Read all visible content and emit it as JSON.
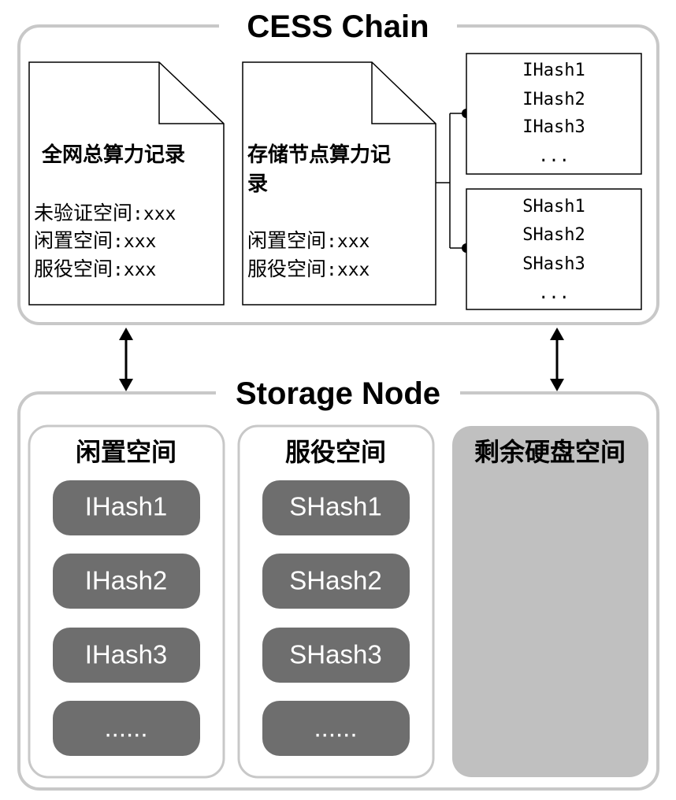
{
  "chain": {
    "title": "CESS Chain",
    "doc_network": {
      "title": "全网总算力记录",
      "lines": [
        {
          "label": "未验证空间",
          "value": ":xxx"
        },
        {
          "label": "闲置空间",
          "value": ":xxx"
        },
        {
          "label": "服役空间",
          "value": ":xxx"
        }
      ]
    },
    "doc_node": {
      "title_line1": "存储节点算力记",
      "title_line2": "录",
      "lines": [
        {
          "label": "闲置空间",
          "value": ":xxx"
        },
        {
          "label": "服役空间",
          "value": ":xxx"
        }
      ]
    },
    "ihash_list": [
      "IHash1",
      "IHash2",
      "IHash3",
      "..."
    ],
    "shash_list": [
      "SHash1",
      "SHash2",
      "SHash3",
      "..."
    ]
  },
  "node": {
    "title": "Storage Node",
    "idle": {
      "title": "闲置空间",
      "items": [
        "IHash1",
        "IHash2",
        "IHash3",
        "......"
      ]
    },
    "service": {
      "title": "服役空间",
      "items": [
        "SHash1",
        "SHash2",
        "SHash3",
        "......"
      ]
    },
    "remaining": {
      "title": "剩余硬盘空间"
    }
  },
  "colors": {
    "frame": "#c8c8c8",
    "pill": "#6e6e6e",
    "remaining_fill": "#c0c0c0"
  }
}
